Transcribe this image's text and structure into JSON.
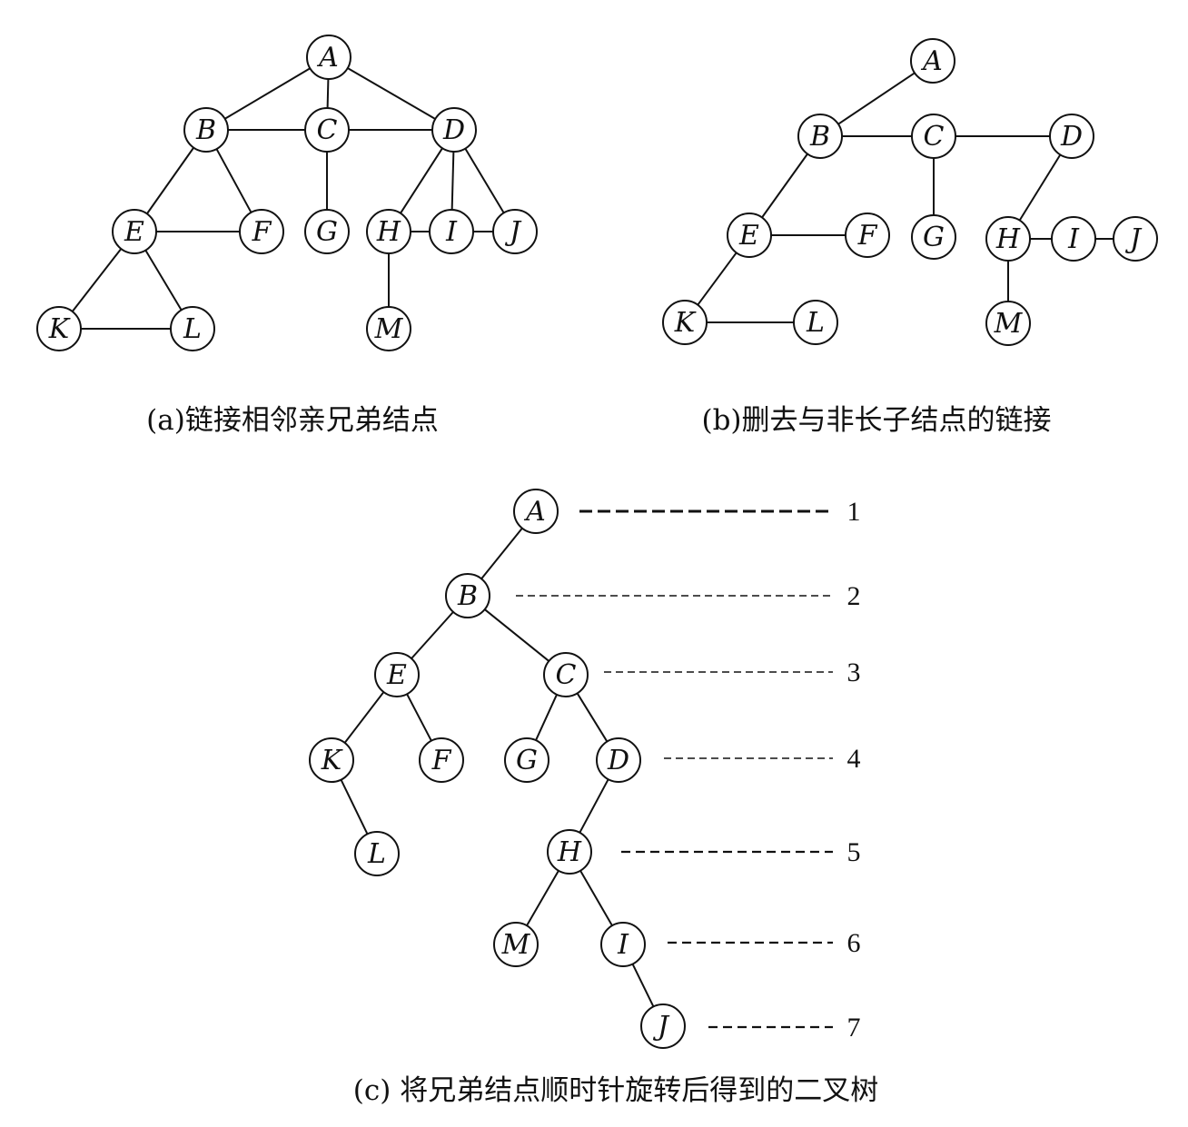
{
  "captions": {
    "a": "(a)链接相邻亲兄弟结点",
    "b": "(b)删去与非长子结点的链接",
    "c": "(c) 将兄弟结点顺时针旋转后得到的二叉树"
  },
  "nodes": {
    "A": "A",
    "B": "B",
    "C": "C",
    "D": "D",
    "E": "E",
    "F": "F",
    "G": "G",
    "H": "H",
    "I": "I",
    "J": "J",
    "K": "K",
    "L": "L",
    "M": "M"
  },
  "levels": [
    "1",
    "2",
    "3",
    "4",
    "5",
    "6",
    "7"
  ],
  "graphs": {
    "a": {
      "edges": [
        [
          "A",
          "B"
        ],
        [
          "A",
          "C"
        ],
        [
          "A",
          "D"
        ],
        [
          "B",
          "C"
        ],
        [
          "C",
          "D"
        ],
        [
          "B",
          "E"
        ],
        [
          "B",
          "F"
        ],
        [
          "E",
          "F"
        ],
        [
          "C",
          "G"
        ],
        [
          "D",
          "H"
        ],
        [
          "D",
          "I"
        ],
        [
          "D",
          "J"
        ],
        [
          "H",
          "I"
        ],
        [
          "I",
          "J"
        ],
        [
          "E",
          "K"
        ],
        [
          "E",
          "L"
        ],
        [
          "K",
          "L"
        ],
        [
          "H",
          "M"
        ]
      ]
    },
    "b": {
      "edges": [
        [
          "A",
          "B"
        ],
        [
          "B",
          "C"
        ],
        [
          "C",
          "D"
        ],
        [
          "B",
          "E"
        ],
        [
          "E",
          "F"
        ],
        [
          "C",
          "G"
        ],
        [
          "D",
          "H"
        ],
        [
          "H",
          "I"
        ],
        [
          "I",
          "J"
        ],
        [
          "E",
          "K"
        ],
        [
          "K",
          "L"
        ],
        [
          "H",
          "M"
        ]
      ]
    },
    "c": {
      "edges": [
        [
          "A",
          "B"
        ],
        [
          "B",
          "E"
        ],
        [
          "B",
          "C"
        ],
        [
          "E",
          "K"
        ],
        [
          "E",
          "F"
        ],
        [
          "C",
          "G"
        ],
        [
          "C",
          "D"
        ],
        [
          "K",
          "L"
        ],
        [
          "D",
          "H"
        ],
        [
          "H",
          "M"
        ],
        [
          "H",
          "I"
        ],
        [
          "I",
          "J"
        ]
      ]
    }
  }
}
